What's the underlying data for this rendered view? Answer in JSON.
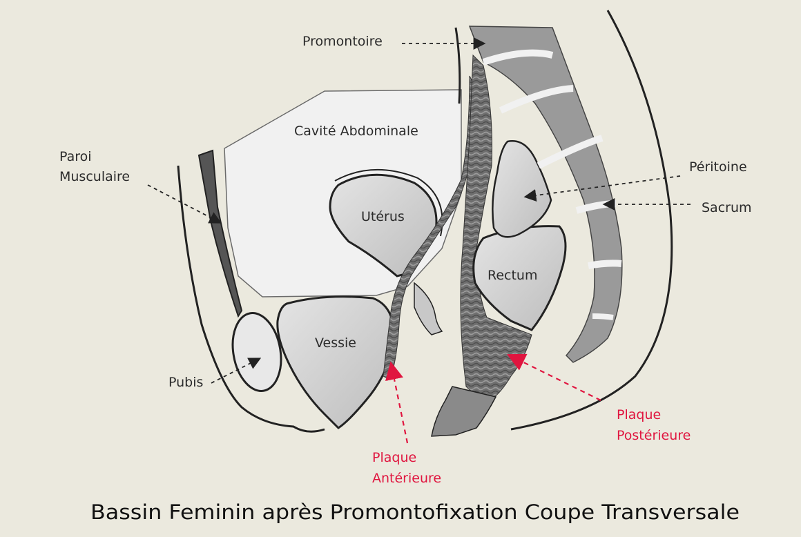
{
  "labels": {
    "promontoire": "Promontoire",
    "cavite": "Cavité Abdominale",
    "paroi_line1": "Paroi",
    "paroi_line2": "Musculaire",
    "uterus": "Utérus",
    "peritoine": "Péritoine",
    "sacrum": "Sacrum",
    "rectum": "Rectum",
    "vessie": "Vessie",
    "pubis": "Pubis",
    "plaque_ant_line1": "Plaque",
    "plaque_ant_line2": "Antérieure",
    "plaque_post_line1": "Plaque",
    "plaque_post_line2": "Postérieure"
  },
  "title": "Bassin Feminin après Promontofixation Coupe Transversale",
  "colors": {
    "background": "#ebe9de",
    "organ_fill": "#d4d4d4",
    "accent_red": "#e0153f",
    "mesh_dark": "#6f6f6f",
    "sacrum_gray": "#9a9a9a"
  }
}
